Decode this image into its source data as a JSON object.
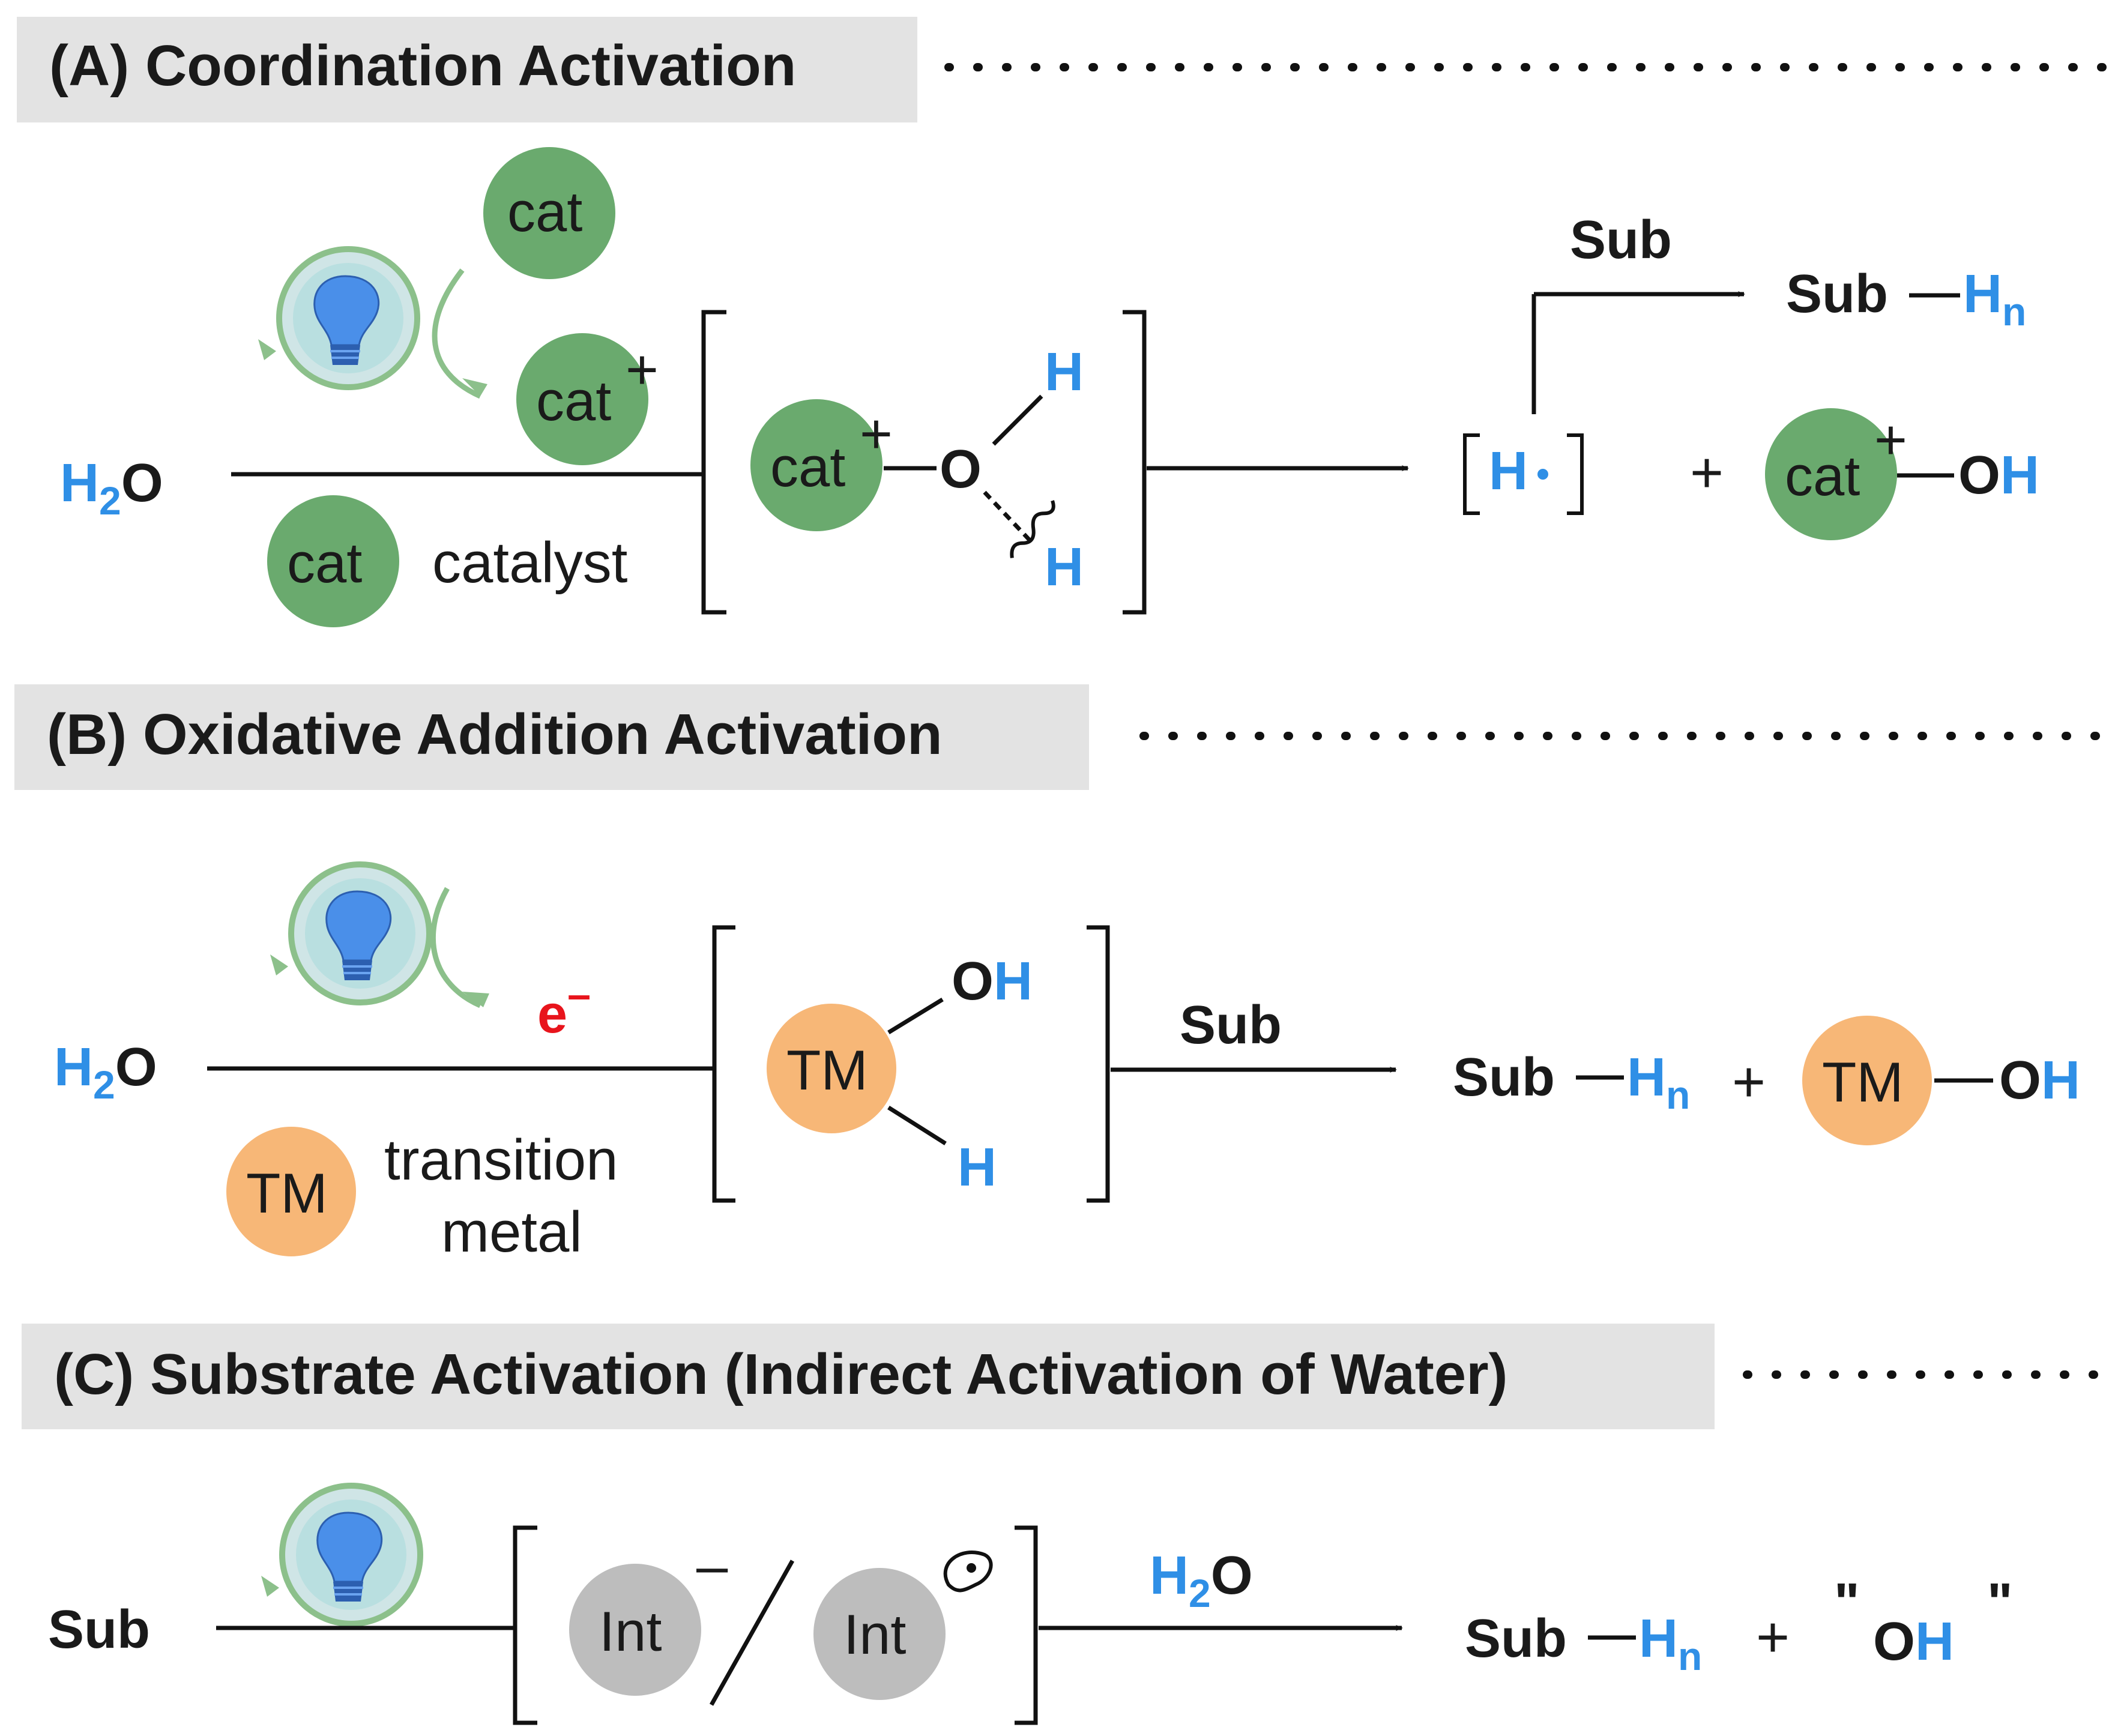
{
  "sections": {
    "a": {
      "title": "(A) Coordination Activation"
    },
    "b": {
      "title": "(B) Oxidative Addition Activation"
    },
    "c": {
      "title": "(C) Substrate Activation (Indirect Activation of Water)"
    }
  },
  "labels": {
    "h2o_h": "H",
    "h2o_2": "2",
    "h2o_o": "O",
    "cat": "cat",
    "plus": "+",
    "catalyst": "catalyst",
    "tm": "TM",
    "transition": "transition",
    "metal": "metal",
    "int": "Int",
    "minus": "–",
    "o": "O",
    "h": "H",
    "sub": "Sub",
    "n": "n",
    "e": "e",
    "quote": "\""
  },
  "colors": {
    "blue": "#2f8fe6",
    "red": "#e8141c",
    "cat_green": "#6aaa6e",
    "tm_orange": "#f7b777",
    "int_gray": "#bdbdbd",
    "header_gray": "#e3e3e3",
    "cycle_green": "#8cc08b",
    "bulb_blue": "#4a8fe9"
  },
  "icons": {
    "light": "lightbulb-icon"
  }
}
